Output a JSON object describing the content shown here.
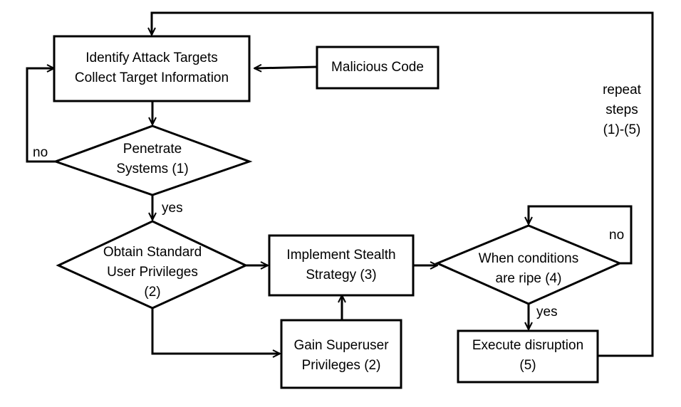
{
  "nodes": {
    "identify": {
      "line1": "Identify Attack Targets",
      "line2": "Collect Target Information"
    },
    "malicious": {
      "line1": "Malicious Code"
    },
    "penetrate": {
      "line1": "Penetrate",
      "line2": "Systems (1)"
    },
    "obtain": {
      "line1": "Obtain Standard",
      "line2": "User Privileges",
      "line3": "(2)"
    },
    "stealth": {
      "line1": "Implement Stealth",
      "line2": "Strategy (3)"
    },
    "conditions": {
      "line1": "When conditions",
      "line2": "are ripe (4)"
    },
    "superuser": {
      "line1": "Gain Superuser",
      "line2": "Privileges (2)"
    },
    "execute": {
      "line1": "Execute disruption",
      "line2": "(5)"
    }
  },
  "edges": {
    "penetrate_no": "no",
    "penetrate_yes": "yes",
    "conditions_no": "no",
    "conditions_yes": "yes",
    "repeat": {
      "line1": "repeat",
      "line2": "steps",
      "line3": "(1)-(5)"
    }
  }
}
